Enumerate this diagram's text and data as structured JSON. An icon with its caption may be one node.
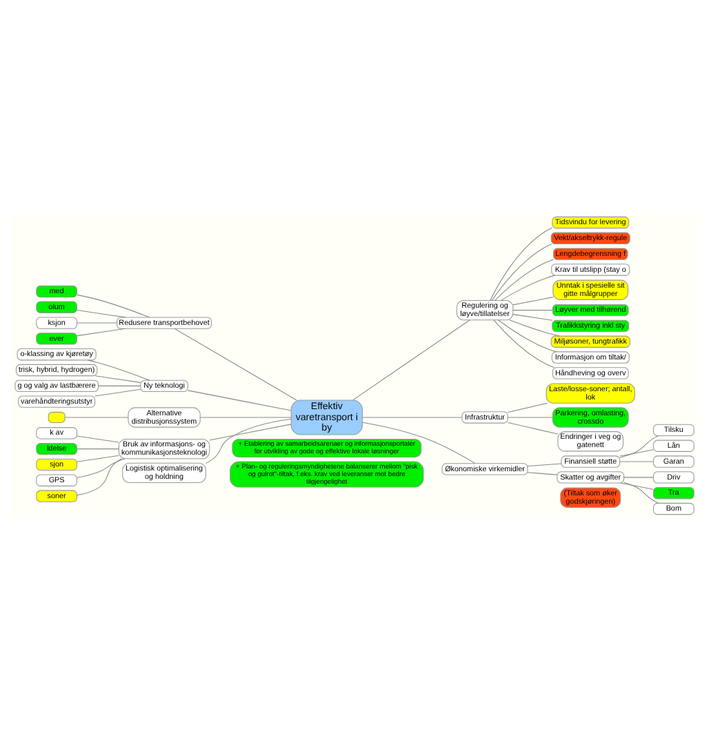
{
  "diagram": {
    "nodes": [
      {
        "text": [
          "Effektiv varetransport i by"
        ]
      },
      {
        "text": [
          "Redusere transportbehovet"
        ]
      },
      {
        "text": [
          "med"
        ]
      },
      {
        "text": [
          "olum"
        ]
      },
      {
        "text": [
          "ksjon"
        ]
      },
      {
        "text": [
          "ever"
        ]
      },
      {
        "text": [
          "Ny teknologi"
        ]
      },
      {
        "text": [
          "o-klassing av kjøretøy"
        ]
      },
      {
        "text": [
          "trisk, hybrid, hydrogen)"
        ]
      },
      {
        "text": [
          "g og valg av lastbærere"
        ]
      },
      {
        "text": [
          "varehåndteringsutstyr"
        ]
      },
      {
        "text": [
          "Alternative distribusjonssystem"
        ]
      },
      {
        "text": [],
        "shape": "box"
      },
      {
        "text": [
          "Bruk av informasjons- og kommunikasjonsteknologi"
        ]
      },
      {
        "text": [
          "k av"
        ]
      },
      {
        "text": [
          "ldelse"
        ]
      },
      {
        "text": [
          "sjon"
        ]
      },
      {
        "text": [
          "GPS"
        ]
      },
      {
        "text": [
          "soner"
        ]
      },
      {
        "text": [
          "Regulering og løyve/tillatelser"
        ]
      },
      {
        "text": [
          "Tidsvindu for levering"
        ]
      },
      {
        "text": [
          "Vekt/akseltrykk-regule"
        ]
      },
      {
        "text": [
          "Lengdebegrensning f"
        ]
      },
      {
        "text": [
          "Krav til utslipp (stay o"
        ]
      },
      {
        "text": [
          "Unntak i spesielle sit gitte målgrupper"
        ]
      },
      {
        "text": [
          "Løyver med tilhørend"
        ]
      },
      {
        "text": [
          "Trafikkstyring inkl sty"
        ]
      },
      {
        "text": [
          "Miljøsoner, tungtrafikk"
        ]
      },
      {
        "text": [
          "Informasjon om tiltak/"
        ]
      },
      {
        "text": [
          "Håndheving og overv"
        ]
      },
      {
        "text": [
          "Infrastruktur"
        ]
      },
      {
        "text": [
          "Laste/losse-soner; antall, lok"
        ]
      },
      {
        "text": [
          "Parkering, omlasting, crossdo"
        ]
      },
      {
        "text": [
          "Endringer i veg og gatenett"
        ]
      },
      {
        "text": [
          "Økonomiske virkemidler"
        ]
      },
      {
        "text": [
          "Finansiell støtte"
        ]
      },
      {
        "text": [
          "Tilsku"
        ]
      },
      {
        "text": [
          "Lån"
        ]
      },
      {
        "text": [
          "Garan"
        ]
      },
      {
        "text": [
          "Skatter og avgifter"
        ]
      },
      {
        "text": [
          "Driv"
        ]
      },
      {
        "text": [
          "Tra"
        ]
      },
      {
        "text": [
          "Bom"
        ]
      },
      {
        "text": [
          "Logistisk optimalisering og holdning"
        ]
      },
      {
        "text": [
          "(Tiltak som øker godskjøringen)"
        ]
      },
      {
        "text": [
          "+ Etablering av samarbeidsarenaer og informasjonsportaler for utvikling av gode og effektive lokale løsninger"
        ]
      },
      {
        "text": [
          "+ Plan- og reguleringsmyndighetene balanserer mellom \"pisk og gulrot\"-tiltak, f.eks. krav ved leveranser mot bedre tilgjengelighet"
        ]
      }
    ],
    "edges": [
      {
        "from": 1,
        "to": 0,
        "arrow": "none"
      },
      {
        "from": 2,
        "to": 1,
        "arrow": "none"
      },
      {
        "from": 3,
        "to": 1,
        "arrow": "none"
      },
      {
        "from": 4,
        "to": 1,
        "arrow": "none"
      },
      {
        "from": 5,
        "to": 1,
        "arrow": "none"
      },
      {
        "from": 6,
        "to": 0,
        "arrow": "none"
      },
      {
        "from": 7,
        "to": 6,
        "arrow": "none"
      },
      {
        "from": 8,
        "to": 6,
        "arrow": "none"
      },
      {
        "from": 9,
        "to": 6,
        "arrow": "none"
      },
      {
        "from": 10,
        "to": 6,
        "arrow": "none"
      },
      {
        "from": 11,
        "to": 0,
        "arrow": "none"
      },
      {
        "from": 12,
        "to": 11,
        "arrow": "none"
      },
      {
        "from": 13,
        "to": 0,
        "arrow": "none"
      },
      {
        "from": 14,
        "to": 13,
        "arrow": "none"
      },
      {
        "from": 15,
        "to": 13,
        "arrow": "none"
      },
      {
        "from": 16,
        "to": 13,
        "arrow": "none"
      },
      {
        "from": 17,
        "to": 13,
        "arrow": "none"
      },
      {
        "from": 18,
        "to": 13,
        "arrow": "none"
      },
      {
        "from": 0,
        "to": 19,
        "arrow": "none"
      },
      {
        "from": 19,
        "to": 20,
        "arrow": "none"
      },
      {
        "from": 19,
        "to": 21,
        "arrow": "none"
      },
      {
        "from": 19,
        "to": 22,
        "arrow": "none"
      },
      {
        "from": 19,
        "to": 23,
        "arrow": "none"
      },
      {
        "from": 19,
        "to": 24,
        "arrow": "none"
      },
      {
        "from": 19,
        "to": 25,
        "arrow": "none"
      },
      {
        "from": 19,
        "to": 26,
        "arrow": "none"
      },
      {
        "from": 19,
        "to": 27,
        "arrow": "none"
      },
      {
        "from": 19,
        "to": 28,
        "arrow": "none"
      },
      {
        "from": 19,
        "to": 29,
        "arrow": "none"
      },
      {
        "from": 0,
        "to": 30,
        "arrow": "none"
      },
      {
        "from": 30,
        "to": 31,
        "arrow": "none"
      },
      {
        "from": 30,
        "to": 32,
        "arrow": "none"
      },
      {
        "from": 30,
        "to": 33,
        "arrow": "none"
      },
      {
        "from": 0,
        "to": 34,
        "arrow": "none"
      },
      {
        "from": 34,
        "to": 35,
        "arrow": "none"
      },
      {
        "from": 35,
        "to": 36,
        "arrow": "none"
      },
      {
        "from": 35,
        "to": 37,
        "arrow": "none"
      },
      {
        "from": 35,
        "to": 38,
        "arrow": "none"
      },
      {
        "from": 34,
        "to": 39,
        "arrow": "none"
      },
      {
        "from": 39,
        "to": 40,
        "arrow": "none"
      },
      {
        "from": 39,
        "to": 41,
        "arrow": "none"
      },
      {
        "from": 39,
        "to": 42,
        "arrow": "none"
      },
      {
        "from": 43,
        "to": 0,
        "arrow": "none"
      }
    ]
  }
}
